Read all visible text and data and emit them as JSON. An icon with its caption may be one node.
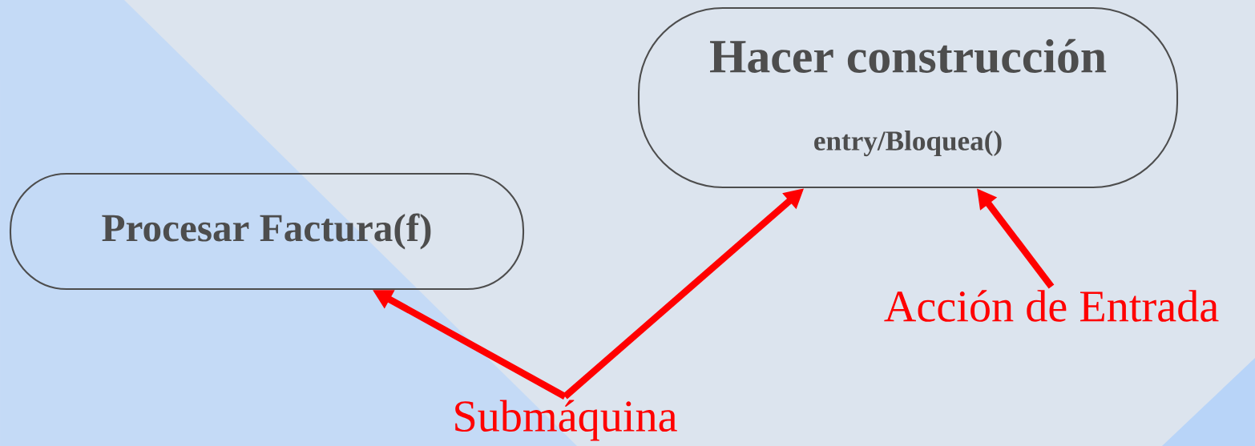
{
  "diagram": {
    "nodes": [
      {
        "text": [
          "Procesar Factura(f)"
        ]
      },
      {
        "text": [
          "Hacer construcción",
          "entry/Bloquea()"
        ]
      },
      {
        "text": [
          "Submáquina"
        ]
      },
      {
        "text": [
          "Acción de Entrada"
        ]
      }
    ],
    "edges": [
      {
        "from": 2,
        "to": 0,
        "arrow": "to"
      },
      {
        "from": 2,
        "to": 1,
        "arrow": "to"
      },
      {
        "from": 3,
        "to": 1,
        "arrow": "to"
      }
    ]
  }
}
